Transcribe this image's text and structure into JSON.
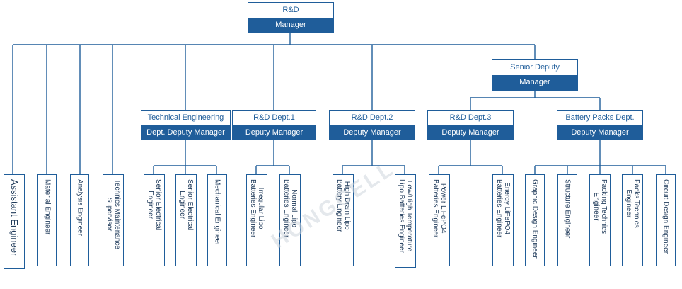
{
  "colors": {
    "primary": "#1f5d9a",
    "text": "#1f3a5a"
  },
  "top": {
    "line1": "R&D",
    "line2": "Manager"
  },
  "senior": {
    "line1": "Senior Deputy",
    "line2": "Manager"
  },
  "depts": {
    "tech": {
      "line1": "Technical Engineering",
      "line2": "Dept. Deputy Manager"
    },
    "rd1": {
      "line1": "R&D Dept.1",
      "line2": "Deputy Manager"
    },
    "rd2": {
      "line1": "R&D Dept.2",
      "line2": "Deputy Manager"
    },
    "rd3": {
      "line1": "R&D Dept.3",
      "line2": "Deputy Manager"
    },
    "batt": {
      "line1": "Battery Packs Dept.",
      "line2": "Deputy Manager"
    }
  },
  "roles": {
    "assistant_engineer": "Assistant Engineer",
    "material_engineer": "Material Engineer",
    "analysis_engineer": "Analysis Engineer",
    "technics_maintenance": [
      "Technics Maintenance",
      "Supervisor"
    ],
    "senior_electrical_1": [
      "Senior Electrical",
      "Engineer"
    ],
    "senior_electrical_2": [
      "Senior Electrical",
      "Engineer"
    ],
    "mechanical_engineer": "Mechanical Engineer",
    "irregular_lipo": [
      "Irregular Lipo",
      "Batteries Engineer"
    ],
    "normal_lipo": [
      "Normal Lipo",
      "Batteries Engineer"
    ],
    "high_drain_lipo": [
      "High Drain Lipo",
      "Battery Engineer"
    ],
    "low_high_temp": [
      "Low/High Temperature",
      "Lipo Batteries Engineer"
    ],
    "power_lifepo4": [
      "Power LiFePO4",
      "Batteries Engineer"
    ],
    "energy_lifepo4": [
      "Energy LiFePO4",
      "Batteries Engineer"
    ],
    "graphic_design": "Graphic Design Engineer",
    "structure_engineer": "Structure Engineer",
    "packing_technics": [
      "Packing Technics",
      "Engineer"
    ],
    "packs_technics": [
      "Packs Technics",
      "Engineer"
    ],
    "circuit_design": "Circuit Design Engineer"
  },
  "watermark": "HONGCELL"
}
